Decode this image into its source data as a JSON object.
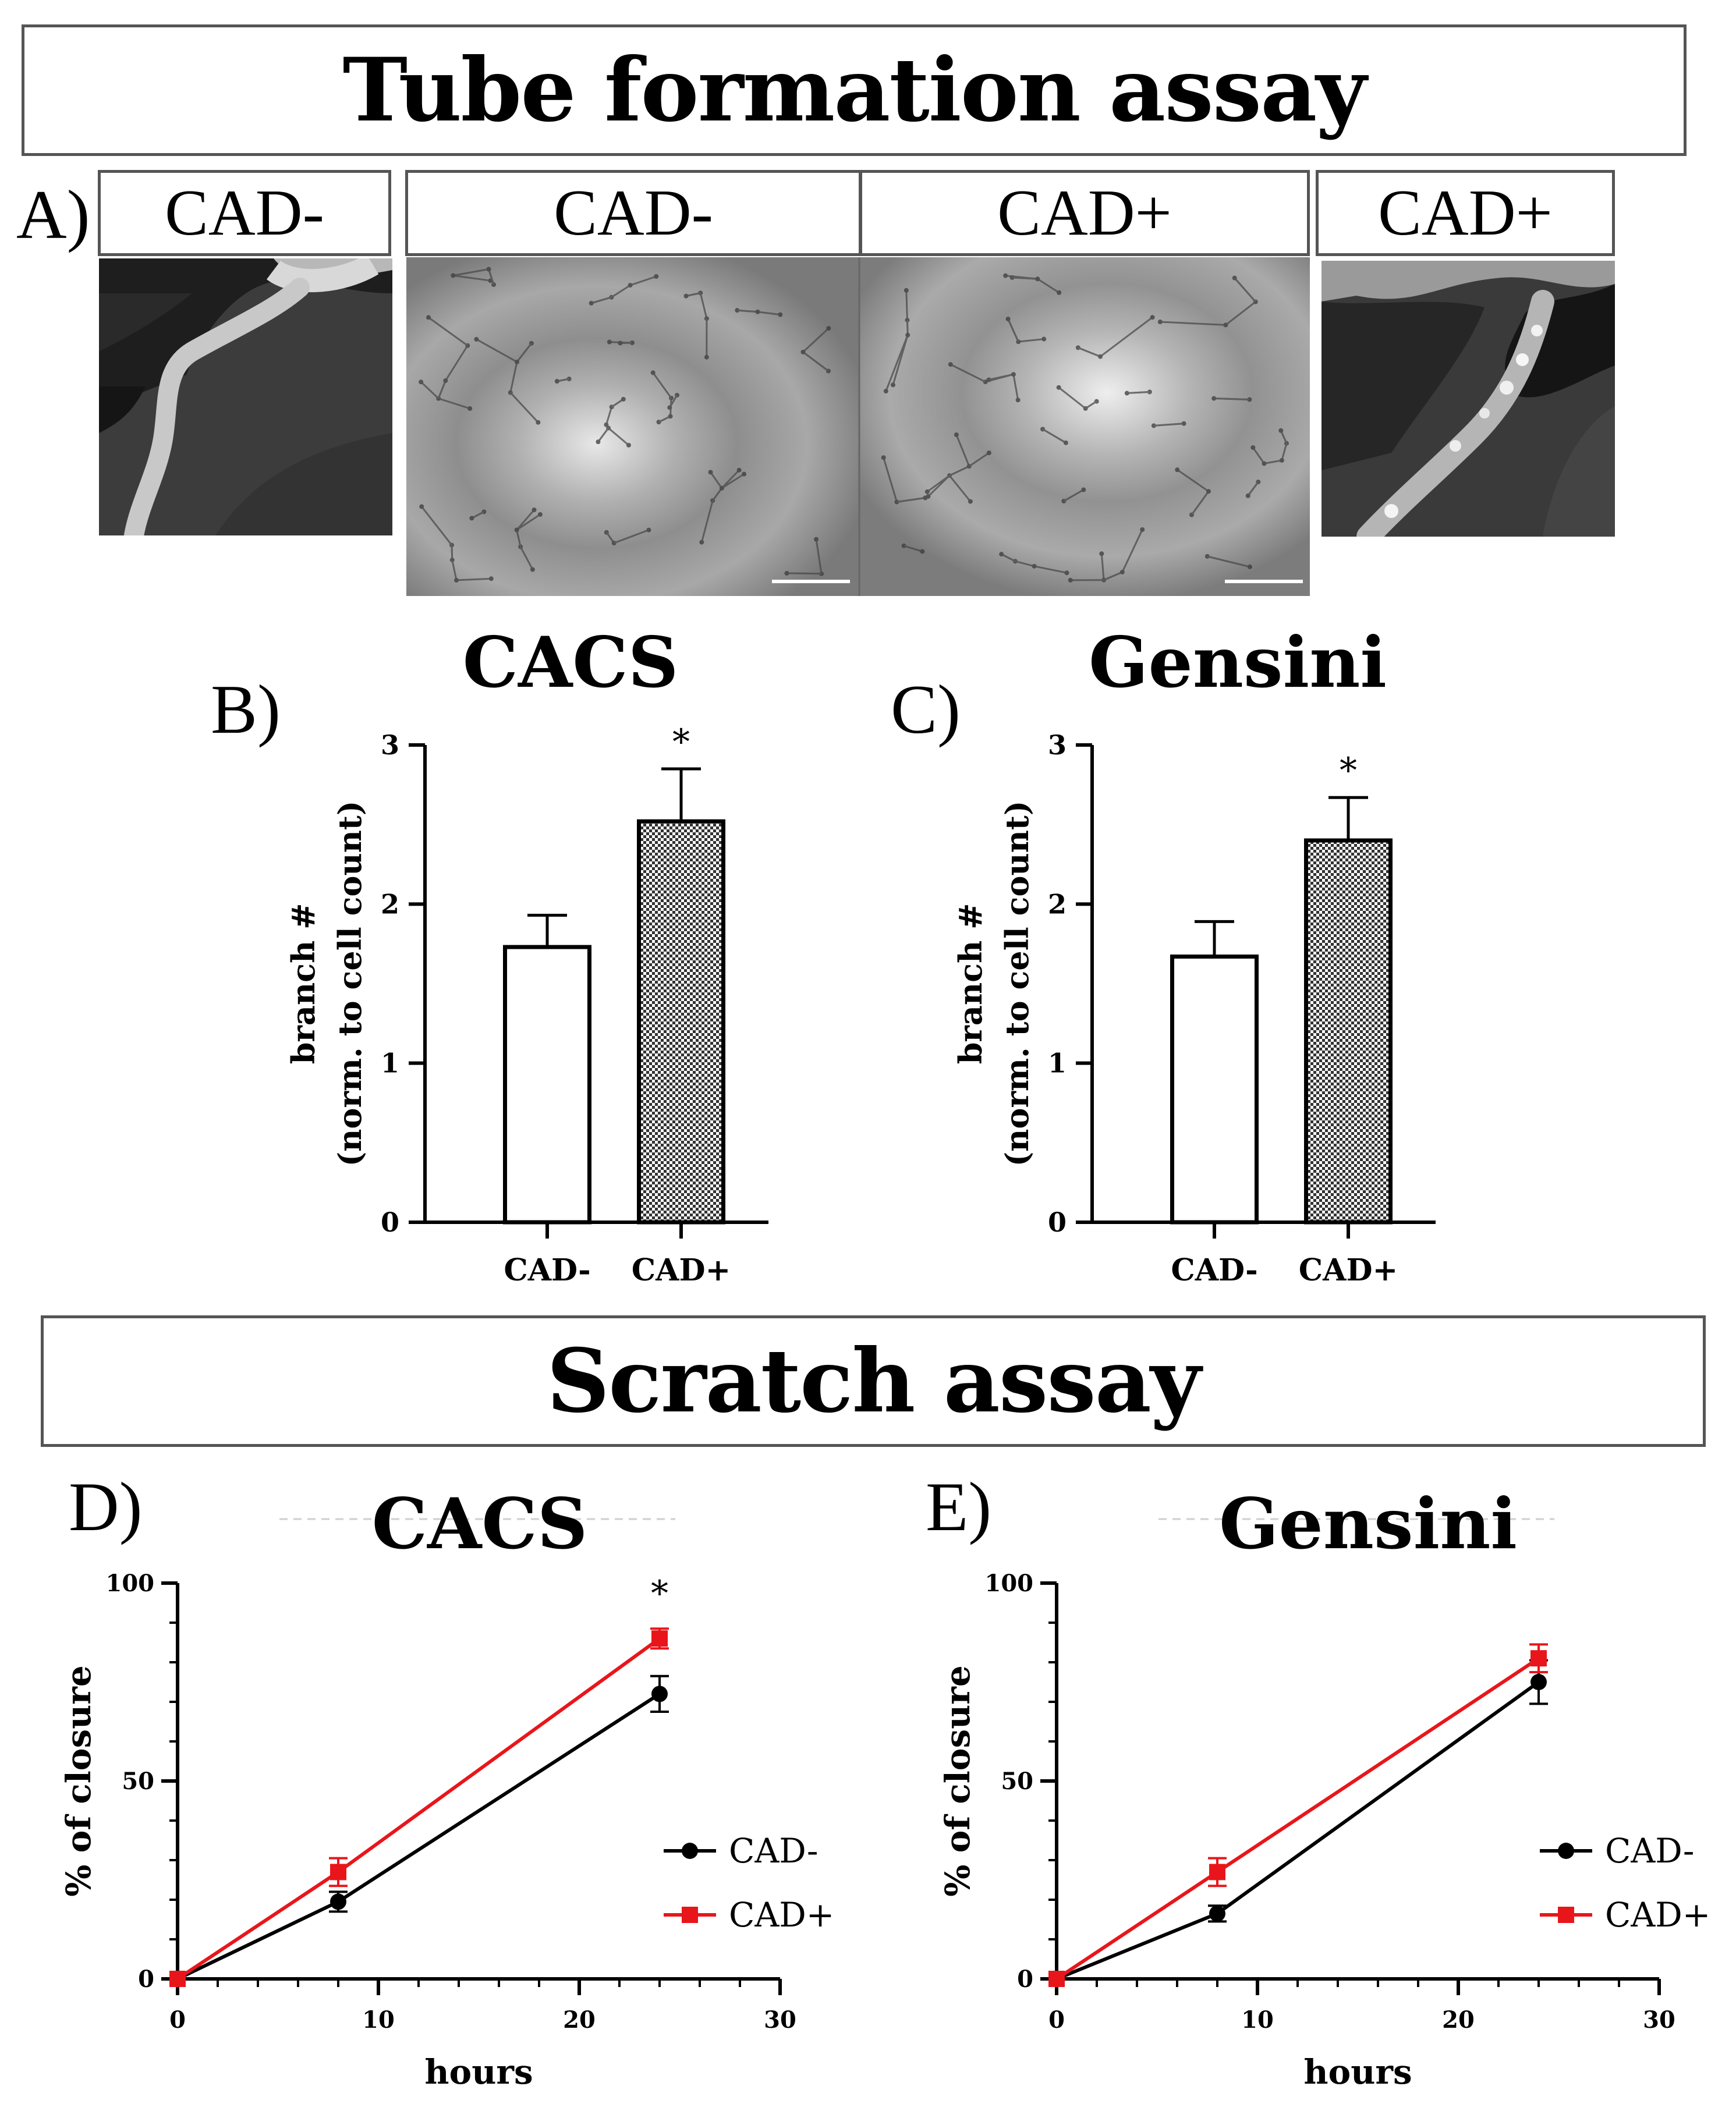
{
  "sections": {
    "tube_title": "Tube formation assay",
    "scratch_title": "Scratch assay"
  },
  "panel_a": {
    "letter": "A)",
    "ct_left_label": "CAD-",
    "micro_left_label": "CAD-",
    "micro_right_label": "CAD+",
    "ct_right_label": "CAD+"
  },
  "colors": {
    "cad_minus": "#000000",
    "cad_plus": "#e8161b",
    "frame": "#555555"
  },
  "chart_data": [
    {
      "id": "B",
      "letter": "B)",
      "type": "bar",
      "title": "CACS",
      "categories": [
        "CAD-",
        "CAD+"
      ],
      "values": [
        1.73,
        2.52
      ],
      "errors": [
        0.2,
        0.33
      ],
      "ylabel": "branch #",
      "ylabel2": "(norm. to cell count)",
      "ylim": [
        0,
        3
      ],
      "yticks": [
        "0",
        "1",
        "2",
        "3"
      ],
      "annotation": "*"
    },
    {
      "id": "C",
      "letter": "C)",
      "type": "bar",
      "title": "Gensini",
      "categories": [
        "CAD-",
        "CAD+"
      ],
      "values": [
        1.67,
        2.4
      ],
      "errors": [
        0.22,
        0.27
      ],
      "ylabel": "branch #",
      "ylabel2": "(norm. to cell count)",
      "ylim": [
        0,
        3
      ],
      "yticks": [
        "0",
        "1",
        "2",
        "3"
      ],
      "annotation": "*"
    },
    {
      "id": "D",
      "letter": "D)",
      "type": "line",
      "title": "CACS",
      "xlabel": "hours",
      "ylabel": "% of closure",
      "xlim": [
        0,
        30
      ],
      "ylim": [
        0,
        100
      ],
      "xticks": [
        "0",
        "10",
        "20",
        "30"
      ],
      "yticks": [
        "0",
        "50",
        "100"
      ],
      "x": [
        0,
        8,
        24
      ],
      "series": [
        {
          "name": "CAD-",
          "values": [
            0,
            19.5,
            72
          ],
          "errors": [
            0,
            2.5,
            4.5
          ]
        },
        {
          "name": "CAD+",
          "values": [
            0,
            27,
            86
          ],
          "errors": [
            0,
            3.5,
            2.5
          ]
        }
      ],
      "annotation": "*",
      "legend": "right"
    },
    {
      "id": "E",
      "letter": "E)",
      "type": "line",
      "title": "Gensini",
      "xlabel": "hours",
      "ylabel": "% of closure",
      "xlim": [
        0,
        30
      ],
      "ylim": [
        0,
        100
      ],
      "xticks": [
        "0",
        "10",
        "20",
        "30"
      ],
      "yticks": [
        "0",
        "50",
        "100"
      ],
      "x": [
        0,
        8,
        24
      ],
      "series": [
        {
          "name": "CAD-",
          "values": [
            0,
            16.5,
            75
          ],
          "errors": [
            0,
            2,
            5.5
          ]
        },
        {
          "name": "CAD+",
          "values": [
            0,
            27,
            81
          ],
          "errors": [
            0,
            3.5,
            3.5
          ]
        }
      ],
      "legend": "right"
    }
  ]
}
